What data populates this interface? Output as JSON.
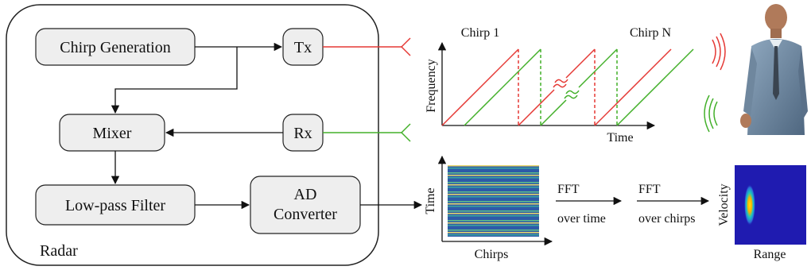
{
  "radar_block": {
    "label": "Radar",
    "chirp_generation": "Chirp Generation",
    "tx": "Tx",
    "rx": "Rx",
    "mixer": "Mixer",
    "low_pass_filter": "Low-pass Filter",
    "ad_converter_line1": "AD",
    "ad_converter_line2": "Converter"
  },
  "chirp_plot": {
    "label_first": "Chirp 1",
    "label_last": "Chirp N",
    "ylabel": "Frequency",
    "xlabel": "Time"
  },
  "processing": {
    "matrix_xlabel": "Chirps",
    "matrix_ylabel": "Time",
    "fft1_top": "FFT",
    "fft1_bottom": "over time",
    "fft2_top": "FFT",
    "fft2_bottom": "over chirps",
    "map_xlabel": "Range",
    "map_ylabel": "Velocity"
  },
  "colors": {
    "transmit": "#e53935",
    "receive": "#43b02a",
    "box_fill": "#eeeeee",
    "map_background": "#1f1bb0"
  }
}
